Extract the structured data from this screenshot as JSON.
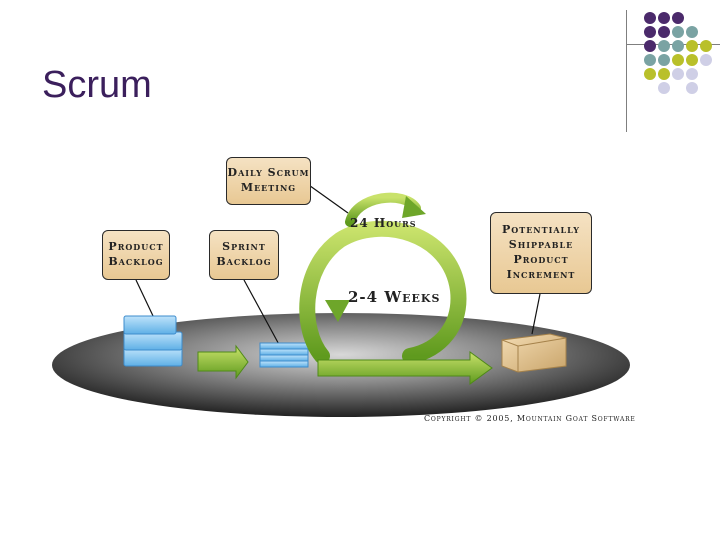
{
  "slide": {
    "title": "Scrum",
    "accent_colors": {
      "purple": "#4b2a6b",
      "teal": "#7aa3a3",
      "olive": "#b9c02a",
      "lavender": "#cfcfe6"
    }
  },
  "diagram": {
    "callouts": {
      "daily_scrum": "Daily Scrum\nMeeting",
      "product_backlog": "Product\nBacklog",
      "sprint_backlog": "Sprint\nBacklog",
      "increment": "Potentially\nShippable\nProduct\nIncrement"
    },
    "labels": {
      "hours": "24 Hours",
      "weeks": "2-4 Weeks"
    },
    "copyright": "Copyright © 2005, Mountain Goat Software"
  }
}
